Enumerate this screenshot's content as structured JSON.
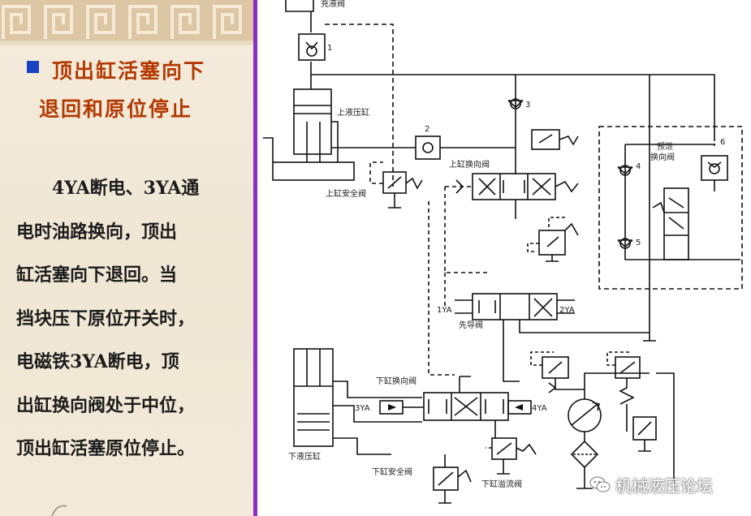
{
  "slide": {
    "heading_line1": "顶出缸活塞向下",
    "heading_line2": "退回和原位停止",
    "body_lines": [
      "4YA断电、3YA通",
      "电时油路换向，顶出",
      "缸活塞向下退回。当",
      "挡块压下原位开关时，",
      "电磁铁3YA断电，顶",
      "出缸换向阀处于中位，",
      "顶出缸活塞原位停止。"
    ]
  },
  "diagram": {
    "labels": {
      "fill_valve": "充液阀",
      "upper_cylinder": "上液压缸",
      "upper_reversing_valve": "上缸换向阀",
      "upper_safety_valve": "上缸安全阀",
      "pre_release_valve_line1": "预泄",
      "pre_release_valve_line2": "换向阀",
      "pilot_valve": "先导阀",
      "solenoid_1ya": "1YA",
      "solenoid_2ya": "2YA",
      "lower_reversing_valve": "下缸换向阀",
      "solenoid_3ya": "3YA",
      "solenoid_4ya": "4YA",
      "lower_cylinder": "下液压缸",
      "lower_safety_valve": "下缸安全阀",
      "lower_relief_valve": "下缸溢流阀"
    },
    "numbers": {
      "n1": "1",
      "n2": "2",
      "n3": "3",
      "n4": "4",
      "n5": "5",
      "n6": "6"
    }
  },
  "watermark": {
    "text": "机械液压论坛",
    "icon": "wechat-icon"
  },
  "colors": {
    "accent_purple": "#8c2fbf",
    "heading": "#b33900",
    "bullet": "#1a43c4",
    "panel_bg": "#f3ead9"
  }
}
